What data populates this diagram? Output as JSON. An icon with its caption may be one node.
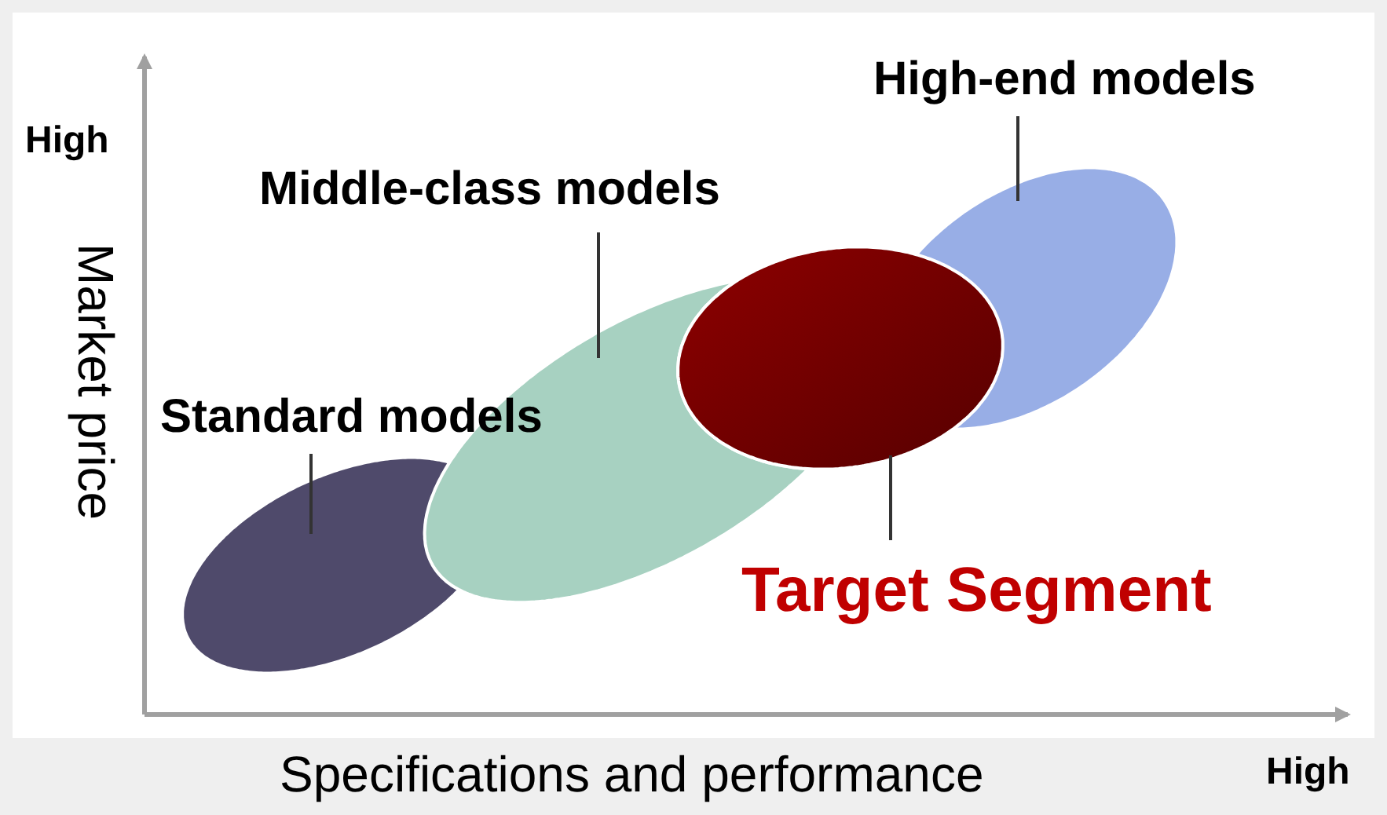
{
  "diagram": {
    "nodes": [
      {
        "text": [
          "High-end models"
        ]
      },
      {
        "text": [],
        "shape": "ellipse"
      },
      {
        "text": [
          "Middle-class models"
        ]
      },
      {
        "text": [],
        "shape": "ellipse"
      },
      {
        "text": [
          "Standard models"
        ]
      },
      {
        "text": [],
        "shape": "ellipse"
      },
      {
        "text": [],
        "shape": "ellipse"
      },
      {
        "text": [
          "Target Segment"
        ]
      }
    ],
    "edges": [
      {
        "from": 0,
        "to": 1,
        "arrow": "none"
      },
      {
        "from": 2,
        "to": 3,
        "arrow": "none"
      },
      {
        "from": 4,
        "to": 5,
        "arrow": "none"
      },
      {
        "from": 7,
        "to": 6,
        "arrow": "none"
      }
    ],
    "labels": [
      "High",
      "Market price",
      "Specifications and performance",
      "High"
    ]
  }
}
